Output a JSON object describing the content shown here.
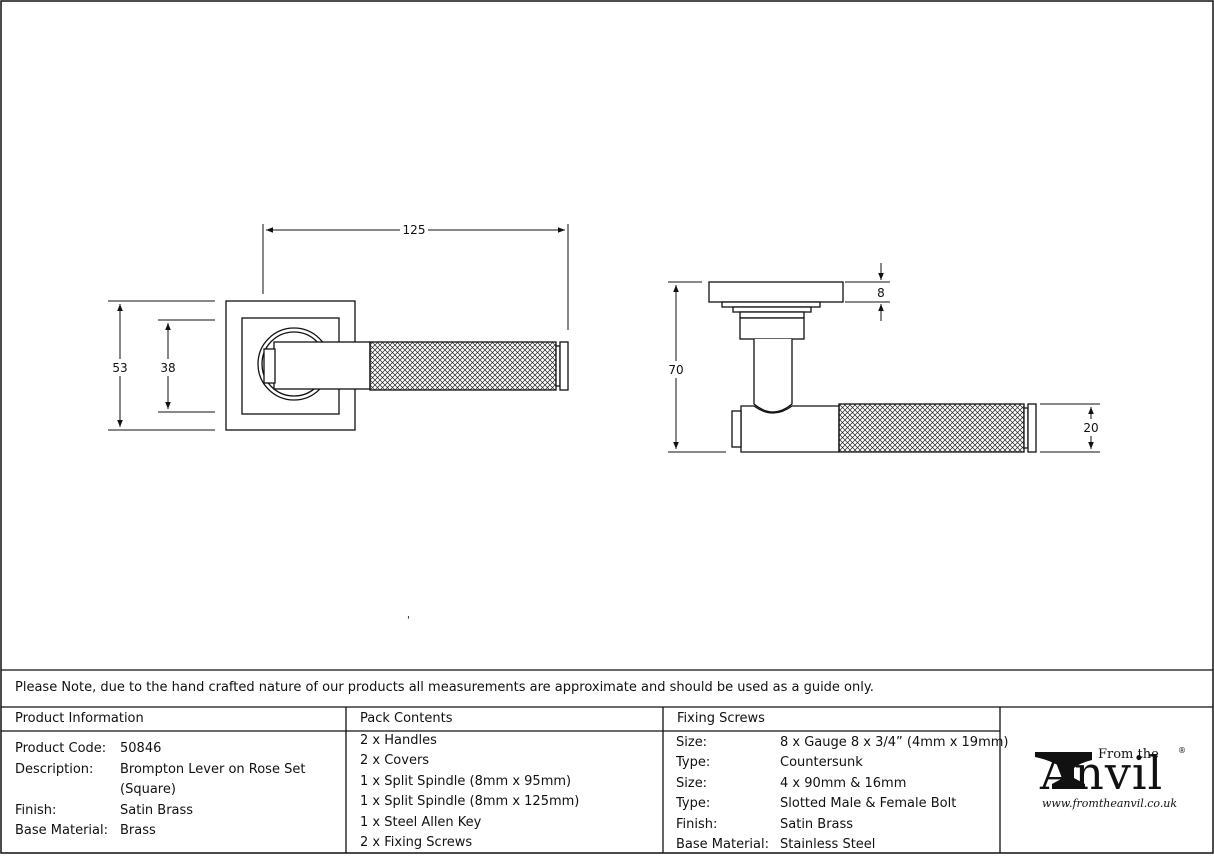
{
  "drawing": {
    "dim_front_width": "125",
    "dim_front_outer_height": "53",
    "dim_front_inner_height": "38",
    "dim_side_total_height": "70",
    "dim_side_rose_thickness": "8",
    "dim_side_lever_height": "20",
    "stray_mark": "'"
  },
  "note": "Please Note, due to the hand crafted nature of our products all measurements are approximate and should be used as a guide only.",
  "product_info": {
    "header": "Product Information",
    "rows": [
      {
        "label": "Product Code:",
        "value": "50846"
      },
      {
        "label": "Description:",
        "value": "Brompton Lever on Rose Set"
      },
      {
        "label": "",
        "value": "(Square)"
      },
      {
        "label": "Finish:",
        "value": "Satin Brass"
      },
      {
        "label": "Base Material:",
        "value": "Brass"
      }
    ]
  },
  "pack_contents": {
    "header": "Pack Contents",
    "items": [
      "2 x Handles",
      "2 x Covers",
      "1 x Split Spindle (8mm x 95mm)",
      "1 x Split Spindle (8mm x 125mm)",
      "1 x Steel Allen Key",
      "2 x Fixing Screws"
    ]
  },
  "fixing_screws": {
    "header": "Fixing Screws",
    "rows": [
      {
        "label": "Size:",
        "value": "8 x Gauge 8 x 3/4” (4mm x 19mm)"
      },
      {
        "label": "Type:",
        "value": "Countersunk"
      },
      {
        "label": "Size:",
        "value": "4 x 90mm & 16mm"
      },
      {
        "label": "Type:",
        "value": "Slotted Male & Female Bolt"
      },
      {
        "label": "Finish:",
        "value": "Satin Brass"
      },
      {
        "label": "Base Material:",
        "value": "Stainless Steel"
      }
    ]
  },
  "logo": {
    "from_the": "From the",
    "brand": "Anvil",
    "registered": "®",
    "url": "www.fromtheanvil.co.uk"
  }
}
